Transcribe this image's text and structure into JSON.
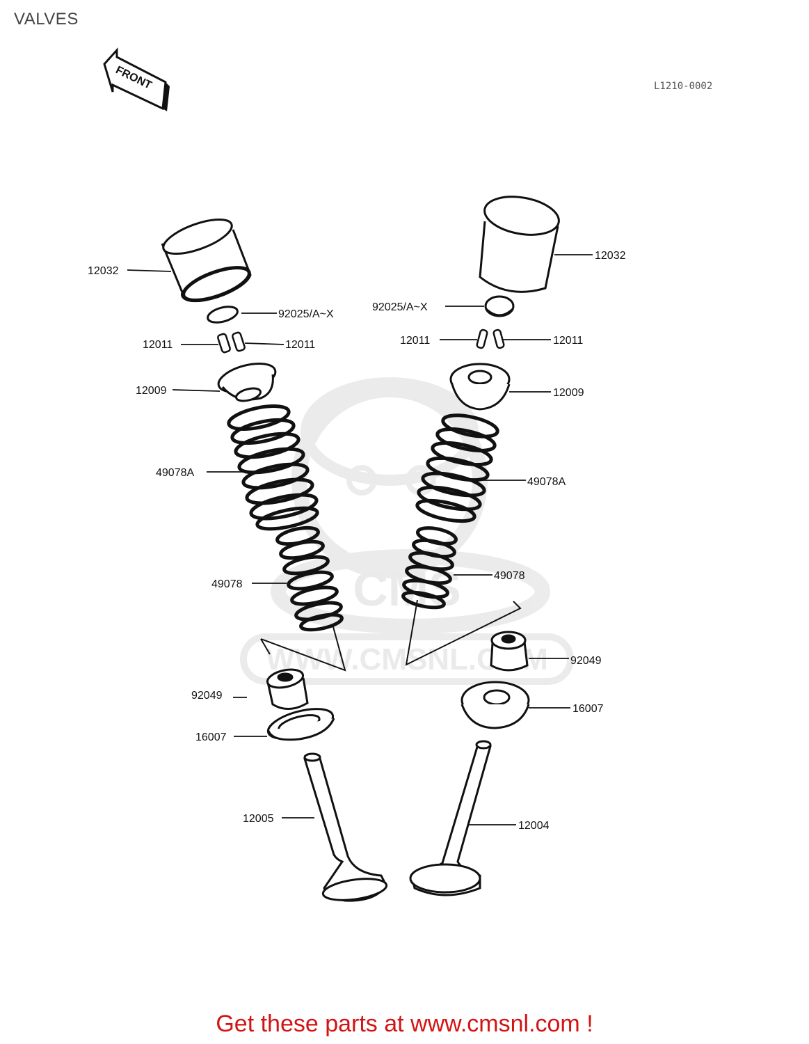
{
  "title": "VALVES",
  "reference_code": "L1210-0002",
  "front_arrow_label": "FRONT",
  "watermark": {
    "logo_text": "CMS",
    "url_text": "WWW.CMSNL.COM"
  },
  "parts": {
    "bucket_left": "12032",
    "bucket_right": "12032",
    "shim_left": "92025/A~X",
    "shim_right": "92025/A~X",
    "keeper_left_a": "12011",
    "keeper_left_b": "12011",
    "keeper_right_a": "12011",
    "keeper_right_b": "12011",
    "retainer_left": "12009",
    "retainer_right": "12009",
    "outer_spring_left": "49078A",
    "outer_spring_right": "49078A",
    "inner_spring_left": "49078",
    "inner_spring_right": "49078",
    "seal_left": "92049",
    "seal_right": "92049",
    "seat_left": "16007",
    "seat_right": "16007",
    "valve_exhaust": "12005",
    "valve_intake": "12004"
  },
  "call_to_action": "Get these parts at www.cmsnl.com !"
}
